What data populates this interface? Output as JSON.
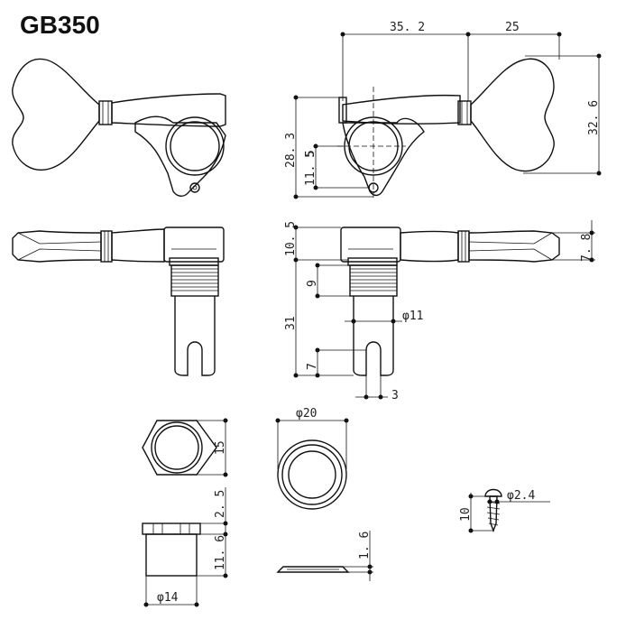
{
  "title": "GB350",
  "dims": {
    "d_35_2": "35. 2",
    "d_25": "25",
    "d_32_6": "32. 6",
    "d_28_3": "28. 3",
    "d_11_5": "11. 5",
    "d_5": "5",
    "d_10_5": "10. 5",
    "d_7_8": "7. 8",
    "d_9": "9",
    "d_31": "31",
    "d_phi11": "φ11",
    "d_7": "7",
    "d_3": "3",
    "d_15": "15",
    "d_phi20": "φ20",
    "d_2_5": "2. 5",
    "d_11_6": "11. 6",
    "d_phi14": "φ14",
    "d_1_6": "1. 6",
    "d_10": "10",
    "d_phi2_4": "φ2.4"
  }
}
